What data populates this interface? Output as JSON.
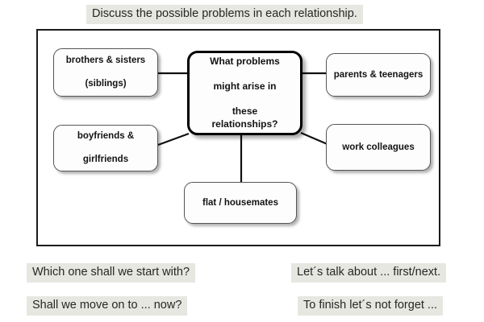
{
  "instruction": "Discuss the possible problems in each relationship.",
  "diagram": {
    "central_node": {
      "label": "What problems might arise in these relationships?",
      "line1": "What problems",
      "line2": "might arise in",
      "line3": "these relationships?"
    },
    "nodes": [
      {
        "id": "siblings",
        "line1": "brothers & sisters",
        "line2": "(siblings)"
      },
      {
        "id": "partners",
        "line1": "boyfriends &",
        "line2": "girlfriends"
      },
      {
        "id": "parents",
        "line1": "parents & teenagers",
        "line2": ""
      },
      {
        "id": "colleagues",
        "line1": "work colleagues",
        "line2": ""
      },
      {
        "id": "housemates",
        "line1": "flat / housemates",
        "line2": ""
      }
    ]
  },
  "phrases": [
    {
      "id": "start-with",
      "text": "Which one shall we start with?"
    },
    {
      "id": "talk-about",
      "text": "Let´s talk about ... first/next."
    },
    {
      "id": "move-on",
      "text": "Shall we move on to ... now?"
    },
    {
      "id": "to-finish",
      "text": "To finish let´s not forget ..."
    }
  ],
  "colors": {
    "highlight_bg": "#e7e7e1",
    "frame_border": "#1b1b1b",
    "node_border": "#555555",
    "central_border": "#000000",
    "text": "#131313",
    "page_bg": "#ffffff"
  }
}
